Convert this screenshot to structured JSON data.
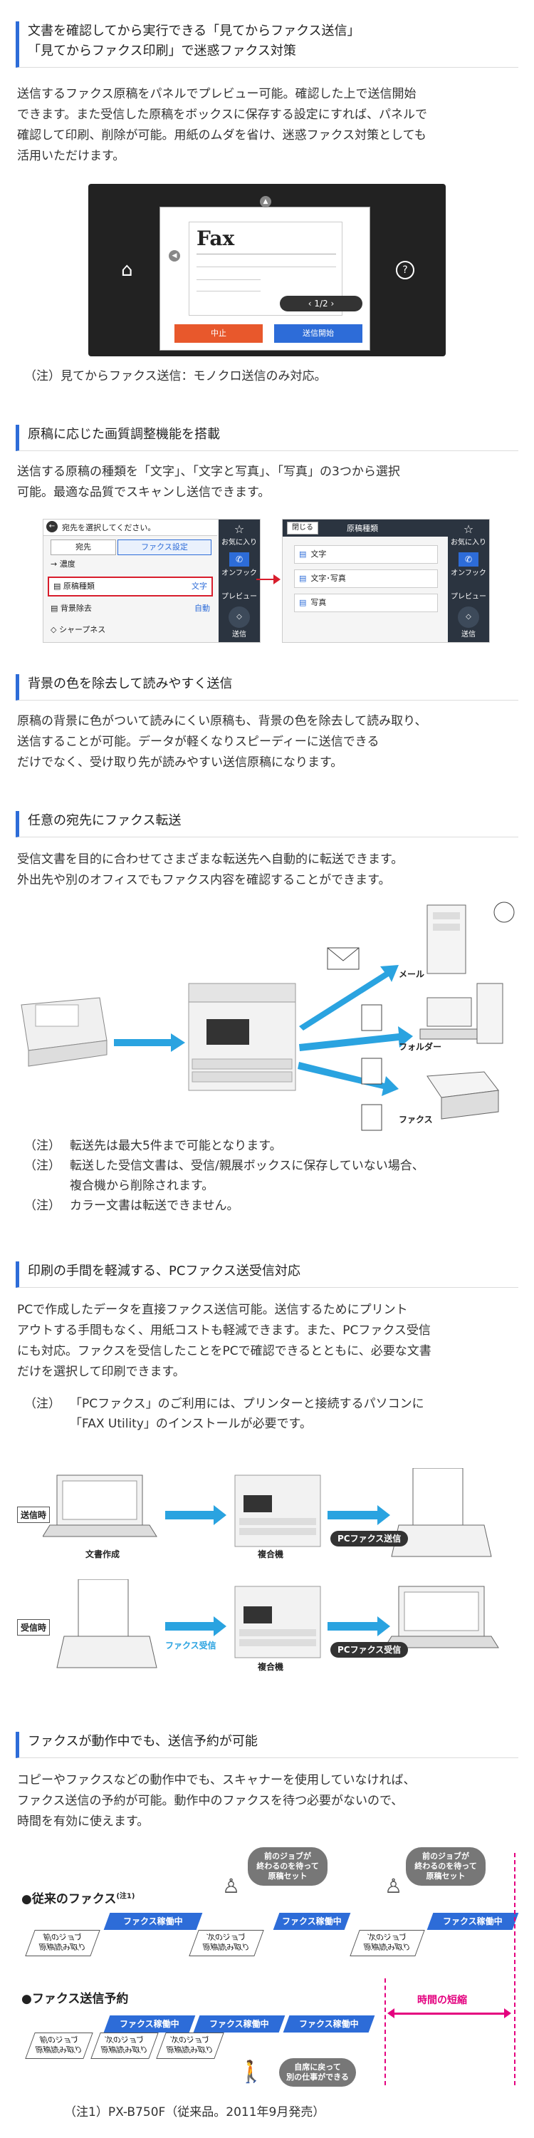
{
  "s1": {
    "heading_line1": "文書を確認してから実行できる「見てからファクス送信」",
    "heading_line2": "「見てからファクス印刷」で迷惑ファクス対策",
    "body": [
      "送信するファクス原稿をパネルでプレビュー可能。確認した上で送信開始",
      "できます。また受信した原稿をボックスに保存する設定にすれば、パネルで",
      "確認して印刷、削除が可能。用紙のムダを省け、迷惑ファクス対策としても",
      "活用いただけます。"
    ],
    "screen": {
      "fax_title": "Fax",
      "page": "1/2",
      "stop": "中止",
      "send": "送信開始"
    },
    "note": "（注）見てからファクス送信：モノクロ送信のみ対応。"
  },
  "s2": {
    "heading": "原稿に応じた画質調整機能を搭載",
    "body": [
      "送信する原稿の種類を「文字」、「文字と写真」、「写真」の3つから選択",
      "可能。最適な品質でスキャンし送信できます。"
    ],
    "left_panel": {
      "title": "宛先を選択してください。",
      "tab1": "宛先",
      "tab2": "ファクス設定",
      "row1": "濃度",
      "row2": "原稿種類",
      "row2_val": "文字",
      "row3": "背景除去",
      "row3_val": "自動",
      "row4": "シャープネス",
      "fav": "お気に入り",
      "onhook": "オンフック",
      "preview": "プレビュー",
      "send": "送信"
    },
    "right_panel": {
      "close": "閉じる",
      "title": "原稿種類",
      "opt1": "文字",
      "opt2": "文字･写真",
      "opt3": "写真",
      "fav": "お気に入り",
      "onhook": "オンフック",
      "preview": "プレビュー",
      "send": "送信"
    }
  },
  "s3": {
    "heading": "背景の色を除去して読みやすく送信",
    "body": [
      "原稿の背景に色がついて読みにくい原稿も、背景の色を除去して読み取り、",
      "送信することが可能。データが軽くなりスピーディーに送信できる",
      "だけでなく、受け取り先が読みやすい送信原稿になります。"
    ]
  },
  "s4": {
    "heading": "任意の宛先にファクス転送",
    "body": [
      "受信文書を目的に合わせてさまざまな転送先へ自動的に転送できます。",
      "外出先や別のオフィスでもファクス内容を確認することができます。"
    ],
    "labels": {
      "mail": "メール",
      "folder": "フォルダー",
      "fax": "ファクス"
    },
    "notes": [
      {
        "lab": "（注）",
        "text": "転送先は最大5件まで可能となります。"
      },
      {
        "lab": "（注）",
        "text": "転送した受信文書は、受信/親展ボックスに保存していない場合、"
      },
      {
        "lab": "",
        "text": "複合機から削除されます。"
      },
      {
        "lab": "（注）",
        "text": "カラー文書は転送できません。"
      }
    ]
  },
  "s5": {
    "heading": "印刷の手間を軽減する、PCファクス送受信対応",
    "body": [
      "PCで作成したデータを直接ファクス送信可能。送信するためにプリント",
      "アウトする手間もなく、用紙コストも軽減できます。また、PCファクス受信",
      "にも対応。ファクスを受信したことをPCで確認できるとともに、必要な文書",
      "だけを選択して印刷できます。"
    ],
    "note_lab": "（注）",
    "note1": "「PCファクス」のご利用には、プリンターと接続するパソコンに",
    "note2": "「FAX Utility」のインストールが必要です。",
    "send_tag": "送信時",
    "recv_tag": "受信時",
    "doc_create": "文書作成",
    "mfp1": "複合機",
    "mfp2": "複合機",
    "pcfax_send": "PCファクス送信",
    "fax_recv": "ファクス受信",
    "pcfax_recv": "PCファクス受信"
  },
  "s6": {
    "heading": "ファクスが動作中でも、送信予約が可能",
    "body": [
      "コピーやファクスなどの動作中でも、スキャナーを使用していなければ、",
      "ファクス送信の予約が可能。動作中のファクスを待つ必要がないので、",
      "時間を有効に使えます。"
    ],
    "old_title": "●従来のファクス",
    "old_sup": "(注1)",
    "new_title": "●ファクス送信予約",
    "fax_running": "ファクス稼働中",
    "prev_job_l1": "前のジョブ",
    "prev_job_l2": "原稿読み取り",
    "next_job_l1": "次のジョブ",
    "next_job_l2": "原稿読み取り",
    "bubble_l1": "前のジョブが",
    "bubble_l2": "終わるのを待って",
    "bubble_l3": "原稿セット",
    "return_l1": "自席に戻って",
    "return_l2": "別の仕事ができる",
    "shorten": "時間の短縮",
    "footnote": "（注1）PX-B750F（従来品。2011年9月発売）"
  },
  "colors": {
    "accent": "#2d6cd8",
    "arrow": "#2aa3e0",
    "pink": "#e4007f",
    "orange": "#e8582c"
  }
}
